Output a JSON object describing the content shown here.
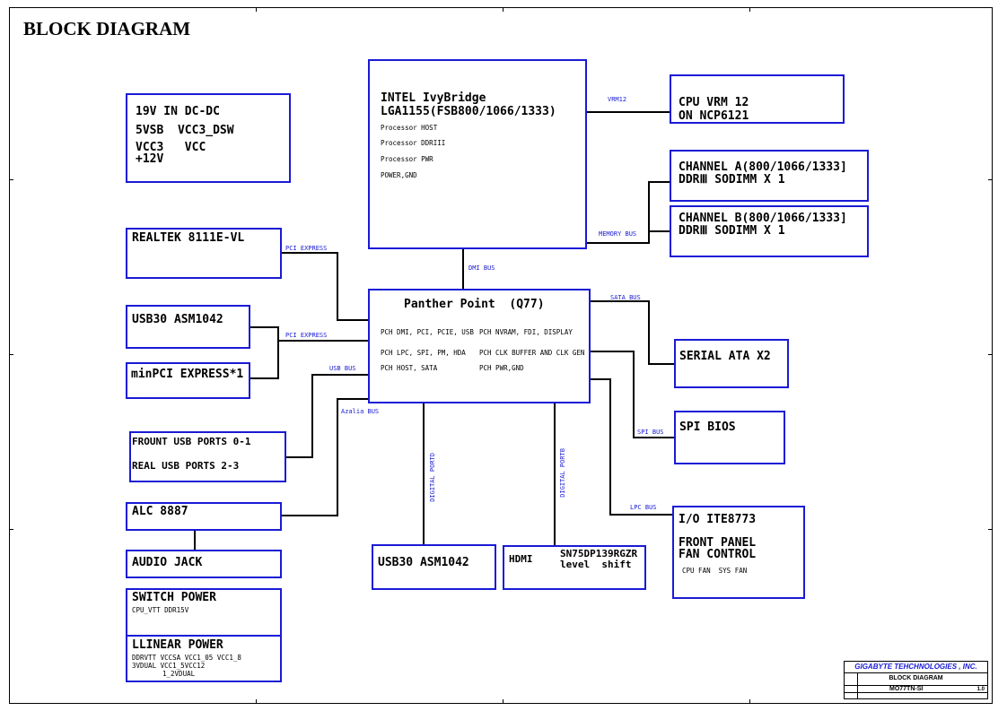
{
  "title": "BLOCK DIAGRAM",
  "cpu": {
    "line1": "INTEL IvyBridge",
    "line2": "LGA1155(FSB800/1066/1333)",
    "items": [
      "Processor HOST",
      "Processor DDRIII",
      "Processor PWR",
      "POWER,GND"
    ]
  },
  "cpu_vrm": {
    "line1": "CPU VRM 12",
    "line2": "ON NCP6121"
  },
  "ch_a": {
    "line1": "CHANNEL A(800/1066/1333]",
    "line2": "DDRⅢ SODIMM X 1"
  },
  "ch_b": {
    "line1": "CHANNEL B(800/1066/1333]",
    "line2": "DDRⅢ SODIMM X 1"
  },
  "power": {
    "line1": "19V IN DC-DC",
    "line2": "5VSB  VCC3_DSW",
    "line3": "VCC3   VCC",
    "line4": "+12V"
  },
  "realtek": "REALTEK 8111E-VL",
  "usb30_left": "USB30 ASM1042",
  "minpci": "minPCI EXPRESS*1",
  "pch": {
    "title": "Panther Point  (Q77)",
    "l1a": "PCH DMI, PCI, PCIE, USB",
    "l1b": "PCH NVRAM, FDI, DISPLAY",
    "l2a": "PCH LPC, SPI, PM, HDA",
    "l2b": "PCH CLK BUFFER AND CLK GEN",
    "l3a": "PCH HOST, SATA",
    "l3b": "PCH PWR,GND"
  },
  "usb_ports": {
    "line1": "FROUNT USB PORTS 0-1",
    "line2": "REAL USB PORTS 2-3"
  },
  "alc": "ALC 8887",
  "audio_jack": "AUDIO JACK",
  "switch_power": {
    "title": "SWITCH POWER",
    "sub": "CPU_VTT DDR15V"
  },
  "linear_power": {
    "title": "LLINEAR POWER",
    "l1": "DDRVTT VCCSA VCC1_05 VCC1_8",
    "l2": "3VDUAL VCC1_5VCC12",
    "l3": "1_2VDUAL"
  },
  "usb30_bottom": "USB30 ASM1042",
  "hdmi": {
    "label": "HDMI",
    "l1": "SN75DP139RGZR",
    "l2": "level  shift"
  },
  "sata": "SERIAL ATA X2",
  "spi_bios": "SPI BIOS",
  "io": {
    "l1": "I/O ITE8773",
    "l2": "FRONT PANEL",
    "l3": "FAN CONTROL",
    "l4": "CPU FAN  SYS FAN"
  },
  "buses": {
    "vrm12": "VRM12",
    "memory": "MEMORY BUS",
    "dmi": "DMI BUS",
    "pci_express_1": "PCI EXPRESS",
    "pci_express_2": "PCI EXPRESS",
    "usb_bus": "USB BUS",
    "azalia": "Azalia BUS",
    "sata_bus": "SATA BUS",
    "spi_bus": "SPI BUS",
    "lpc_bus": "LPC BUS",
    "digital_port_d": "DIGITAL PORTD",
    "digital_port_b": "DIGITAL PORTB"
  },
  "title_block": {
    "company": "GIGABYTE TEHCHNOLOGIES , INC.",
    "sheet_title": "BLOCK DIAGRAM",
    "model": "MO77TN-SI",
    "rev": "1.0"
  },
  "colors": {
    "box_border": "#1a1ad6",
    "bus_label": "#1a1ad6",
    "wire": "#000000"
  }
}
